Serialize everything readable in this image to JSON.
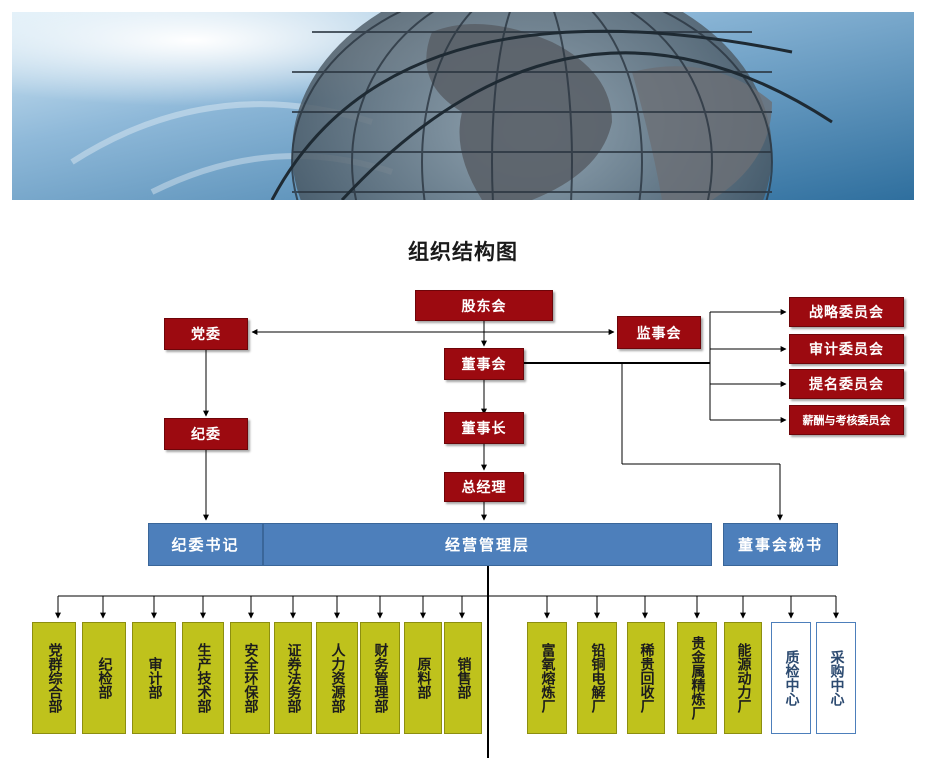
{
  "title": "组织结构图",
  "top": {
    "shareholders": "股东会",
    "party": "党委",
    "supervisors": "监事会",
    "board": "董事会",
    "discipline": "纪委",
    "chairman": "董事长",
    "gm": "总经理"
  },
  "committees": [
    "战略委员会",
    "审计委员会",
    "提名委员会",
    "薪酬与考核委员会"
  ],
  "management": {
    "secretary_discipline": "纪委书记",
    "management_layer": "经营管理层",
    "board_secretary": "董事会秘书"
  },
  "departments": [
    {
      "name": "党群综合部",
      "style": "yellow"
    },
    {
      "name": "纪检部",
      "style": "yellow"
    },
    {
      "name": "审计部",
      "style": "yellow"
    },
    {
      "name": "生产技术部",
      "style": "yellow"
    },
    {
      "name": "安全环保部",
      "style": "yellow"
    },
    {
      "name": "证券法务部",
      "style": "yellow"
    },
    {
      "name": "人力资源部",
      "style": "yellow"
    },
    {
      "name": "财务管理部",
      "style": "yellow"
    },
    {
      "name": "原料部",
      "style": "yellow"
    },
    {
      "name": "销售部",
      "style": "yellow"
    },
    {
      "name": "富氧熔炼厂",
      "style": "yellow"
    },
    {
      "name": "铅铜电解厂",
      "style": "yellow"
    },
    {
      "name": "稀贵回收厂",
      "style": "yellow"
    },
    {
      "name": "贵金属精炼厂",
      "style": "yellow"
    },
    {
      "name": "能源动力厂",
      "style": "yellow"
    },
    {
      "name": "质检中心",
      "style": "white"
    },
    {
      "name": "采购中心",
      "style": "white"
    }
  ],
  "colors": {
    "red_box": "#9c0a10",
    "blue_box": "#4d7fbb",
    "yellow_box": "#bfc21c",
    "connector": "#000000"
  },
  "icons": {
    "banner": "unisphere-globe-sky-image"
  }
}
